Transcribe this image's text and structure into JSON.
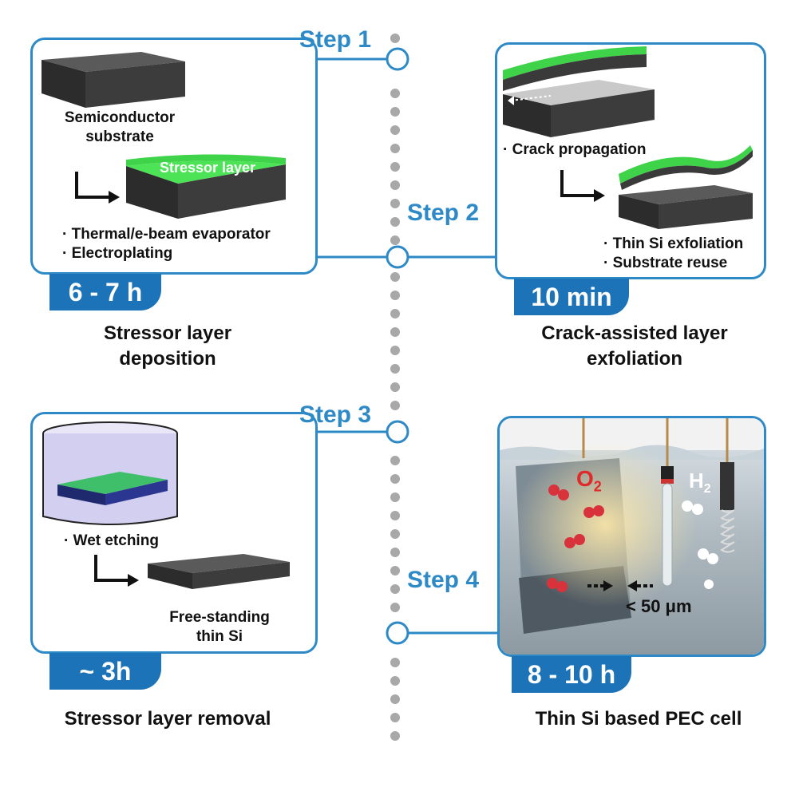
{
  "steps": [
    {
      "label": "Step 1",
      "duration": "6 - 7 h",
      "caption_line1": "Stressor layer",
      "caption_line2": "deposition",
      "substrate_label_line1": "Semiconductor",
      "substrate_label_line2": "substrate",
      "layer_label": "Stressor layer",
      "bullet1": "· Thermal/e-beam evaporator",
      "bullet2": "· Electroplating"
    },
    {
      "label": "Step 2",
      "duration": "10 min",
      "caption_line1": "Crack-assisted layer",
      "caption_line2": "exfoliation",
      "bullet_top": "· Crack propagation",
      "bullet1": "· Thin Si exfoliation",
      "bullet2": "· Substrate reuse"
    },
    {
      "label": "Step 3",
      "duration": "~ 3h",
      "caption": "Stressor layer removal",
      "bullet": "· Wet etching",
      "result_line1": "Free-standing",
      "result_line2": "thin Si"
    },
    {
      "label": "Step 4",
      "duration": "8 - 10 h",
      "caption": "Thin Si based PEC cell",
      "o2_main": "O",
      "o2_sub": "2",
      "h2_main": "H",
      "h2_sub": "2",
      "thickness": "< 50 μm"
    }
  ],
  "colors": {
    "accent": "#2e8ac7",
    "badge": "#1c73b8",
    "stressor": "#3fd34a",
    "substrate": "#3a3a3a",
    "timeline": "#a8a8a8"
  }
}
